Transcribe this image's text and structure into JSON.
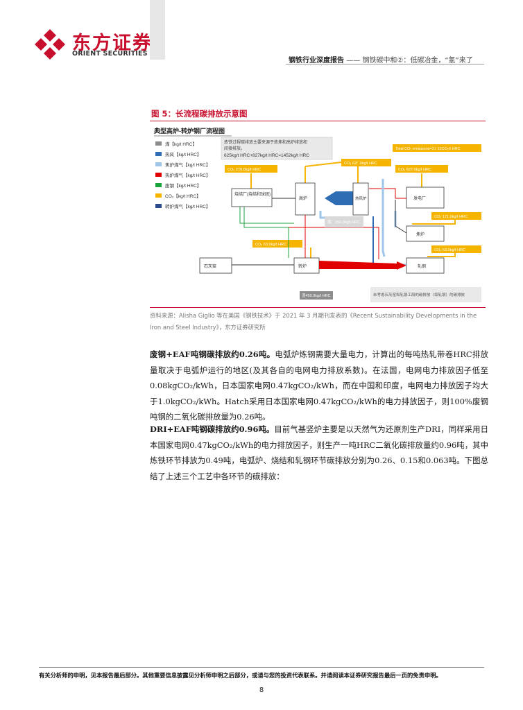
{
  "header": {
    "logo_cn": "东方证券",
    "logo_en": "ORIENT SECURITIES",
    "report_type": "钢铁行业深度报告",
    "report_title": "—— 钢铁碳中和②：低碳冶金，“氢”来了"
  },
  "figure": {
    "title": "图 5：长流程碳排放示意图",
    "diagram_title": "典型高炉-转炉钢厂流程图",
    "legend": [
      {
        "label": "煤【kg/t HRC】",
        "color": "#8c8c8c"
      },
      {
        "label": "热风【kg/t HRC】",
        "color": "#2e6db4"
      },
      {
        "label": "焦炉煤气【kg/t HRC】",
        "color": "#9fc5e8"
      },
      {
        "label": "热炉煤气【kg/t HRC】",
        "color": "#e00000"
      },
      {
        "label": "废钢【kg/t HRC】",
        "color": "#1aa33b"
      },
      {
        "label": "CO₂【kg/t HRC】",
        "color": "#f4b400"
      },
      {
        "label": "转炉煤气【kg/t HRC】",
        "color": "#2b4c8c"
      }
    ],
    "note_box": {
      "line1": "炼铁过程碳排放主要来源于炼焦和高炉排放和",
      "line2": "间接排放。",
      "line3": "625kg/t HRC+827kg/t HRC=1452kg/t HRC"
    },
    "co2_labels": {
      "total": "Total CO₂ emissions=2,051CO₂/t HRC",
      "sinter": "CO₂ 270.0kg/t HRC",
      "bf": "CO₂ 625.0kg/t HRC",
      "stove": "CO₂ 627.0kg/t HRC",
      "power": "CO₂ 171.0kg/t HRC",
      "bof": "CO₂ 63.0kg/t HRC",
      "rolling": "CO₂ 63.0kg/t HRC"
    },
    "nodes": {
      "sinter": "烧结厂(烧结和球团)",
      "bf": "高炉",
      "stove": "热风炉",
      "power": "发电厂",
      "coke": "焦炉",
      "limestone": "石灰窑",
      "bof": "转炉",
      "rolling": "轧钢"
    },
    "flow_labels": {
      "coal": "煤：156.0kg/t HRC",
      "slag": "渣450.0kg/t HRC",
      "note": "未考虑石灰窑和轧钢工段的碳排放（如轧钢）的碳排放"
    },
    "source": "资料来源：Alisha Giglio 等在美国《钢铁技术》于 2021 年 3 月期刊发表的《Recent Sustainability Developments in the Iron and Steel Industry》，东方证券研究所"
  },
  "body": {
    "p1_bold": "废钢+EAF吨钢碳排放约0.26吨。",
    "p1_text": "电弧炉炼钢需要大量电力，计算出的每吨热轧带卷HRC排放量取决于电弧炉运行的地区(及其各自的电网电力排放系数)。在法国，电网电力排放因子低至0.08kgCO₂/kWh，日本国家电网0.47kgCO₂/kWh，而在中国和印度，电网电力排放因子均大于1.0kgCO₂/kWh。Hatch采用日本国家电网0.47kgCO₂/kWh的电力排放因子，则100%废钢吨钢的二氧化碳排放量为0.26吨。",
    "p2_bold": "DRI+EAF吨钢碳排放约0.96吨。",
    "p2_text": "目前气基竖炉主要是以天然气为还原剂生产DRI，同样采用日本国家电网0.47kgCO₂/kWh的电力排放因子，则生产一吨HRC二氧化碳排放量约0.96吨，其中炼铁环节排放为0.49吨，电弧炉、烧结和轧钢环节碳排放分别为0.26、0.15和0.063吨。下图总结了上述三个工艺中各环节的碳排放："
  },
  "footer": {
    "disclaimer": "有关分析师的申明，见本报告最后部分。其他重要信息披露见分析师申明之后部分，或请与您的投资代表联系。并请阅读本证券研究报告最后一页的免责申明。",
    "page": "8"
  }
}
